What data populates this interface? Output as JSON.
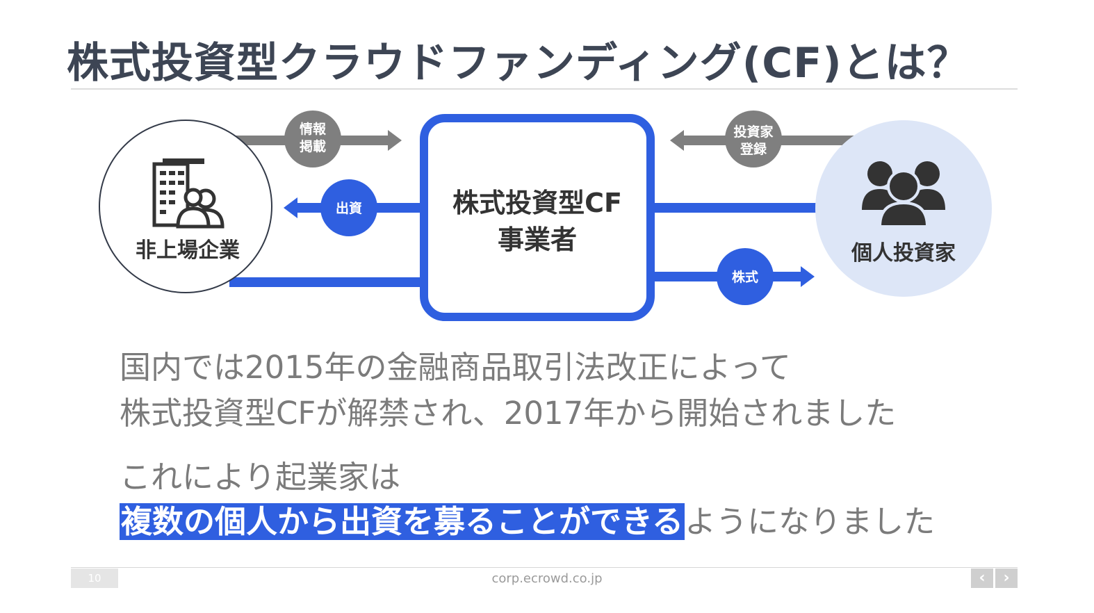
{
  "slide": {
    "title": "株式投資型クラウドファンディング(CF)とは？"
  },
  "diagram": {
    "left_entity": {
      "label": "非上場企業",
      "icon": "office-building-people-icon"
    },
    "center_entity": {
      "line1": "株式投資型CF",
      "line2": "事業者"
    },
    "right_entity": {
      "label": "個人投資家",
      "icon": "people-group-icon"
    },
    "flows": {
      "info_listing": {
        "line1": "情報",
        "line2": "掲載"
      },
      "investor_registration": {
        "line1": "投資家",
        "line2": "登録"
      },
      "investment": "出資",
      "shares": "株式"
    },
    "colors": {
      "blue": "#2f5fe0",
      "gray": "#7f7f7f",
      "light_blue_circle": "#dde6f7",
      "dark": "#333333"
    }
  },
  "body": {
    "line1": "国内では2015年の金融商品取引法改正によって",
    "line2": "株式投資型CFが解禁され、2017年から開始されました",
    "line3": "これにより起業家は",
    "line4_highlight": "複数の個人から出資を募ることができる",
    "line4_rest": "ようになりました"
  },
  "footer": {
    "page_number": "10",
    "url": "corp.ecrowd.co.jp",
    "prev_icon": "chevron-left-icon",
    "next_icon": "chevron-right-icon"
  }
}
